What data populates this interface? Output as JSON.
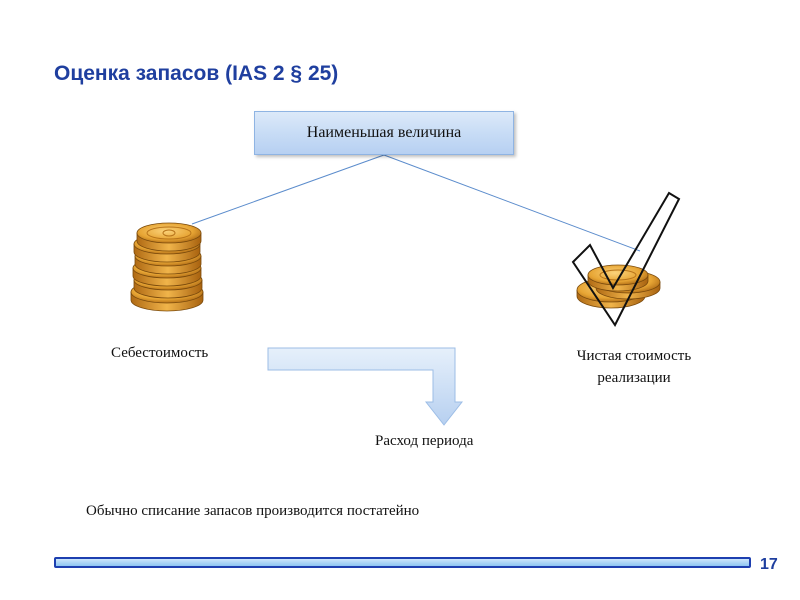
{
  "slide": {
    "title": "Оценка запасов (IAS 2 § 25)",
    "page_number": "17"
  },
  "diagram": {
    "top_box": "Наименьшая величина",
    "left_label": "Себестоимость",
    "right_label": "Чистая стоимость реализации",
    "arrow_target": "Расход периода",
    "note": "Обычно списание запасов производится постатейно"
  },
  "icons": {
    "left": "coin-stack-icon",
    "right": "coin-pile-icon",
    "check": "checkmark-icon",
    "arrow": "elbow-arrow-icon"
  },
  "colors": {
    "title": "#1f3f9f",
    "connector": "#5b8ccc",
    "coin": "#e7a534",
    "box_fill": "#c6dbf5"
  }
}
